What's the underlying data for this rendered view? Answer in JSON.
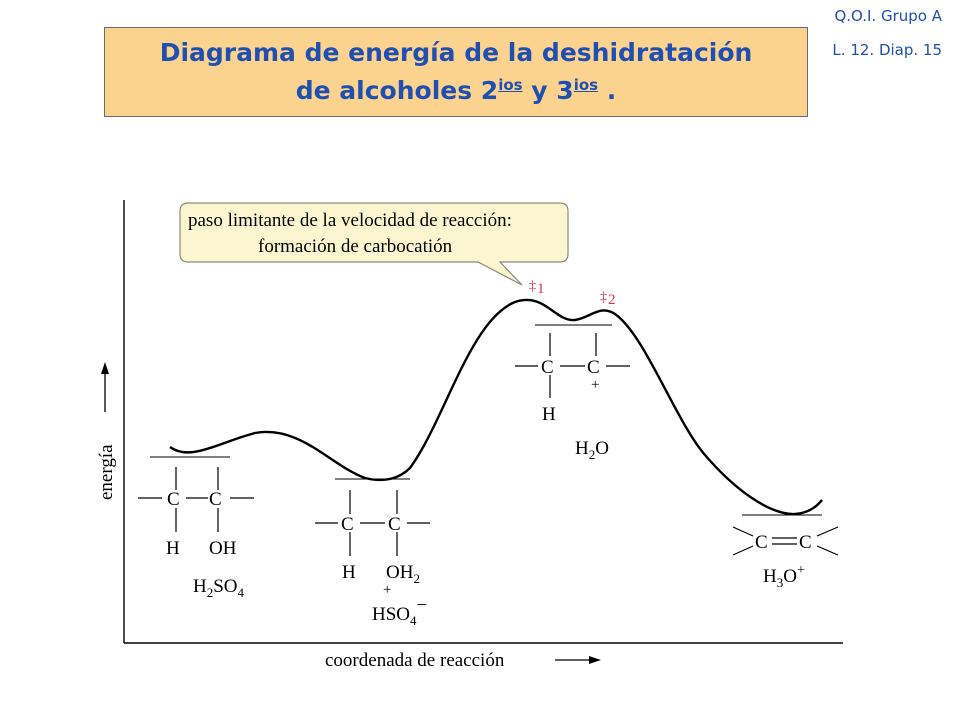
{
  "header": {
    "group_label": "Q.O.I. Grupo A",
    "slide_label": "L. 12. Diap. 15",
    "title_line1": "Diagrama de energía de la deshidratación",
    "title_line2_a": "de alcoholes 2",
    "title_sup_a": "ios",
    "title_line2_b": " y 3",
    "title_sup_b": "ios",
    "title_line2_end": " ."
  },
  "diagram": {
    "axis_y_label": "energía",
    "axis_x_label": "coordenada de reacción",
    "callout_line1": "paso limitante de la velocidad de reacción:",
    "callout_line2": "formación de carbocatión",
    "ts1": {
      "mark": "‡",
      "num": "1"
    },
    "ts2": {
      "mark": "‡",
      "num": "2"
    },
    "reactant": {
      "atom_c": "C",
      "sub_left": "H",
      "sub_right": "OH",
      "reagent": "H",
      "reagent_sub1": "2",
      "reagent_mid": "SO",
      "reagent_sub2": "4"
    },
    "intermediate1": {
      "atom_c": "C",
      "sub_left": "H",
      "sub_right": "OH",
      "sub_right_sub": "2",
      "charge": "+",
      "counterion": "HSO",
      "counterion_sub": "4",
      "counterion_charge": "−"
    },
    "carbocation": {
      "atom_c": "C",
      "sub_left": "H",
      "charge": "+",
      "byproduct": "H",
      "byproduct_sub": "2",
      "byproduct_end": "O"
    },
    "product": {
      "atom_c": "C",
      "bond": "═",
      "byproduct": "H",
      "byproduct_sub": "3",
      "byproduct_end": "O",
      "byproduct_charge": "+"
    },
    "colors": {
      "ink": "#000000",
      "ts_marks": "#d2344e",
      "callout_fill": "#fbf6cf",
      "callout_stroke": "#8a8a7a",
      "title_text": "#1f4fb0",
      "title_fill": "#fcd28f"
    }
  }
}
